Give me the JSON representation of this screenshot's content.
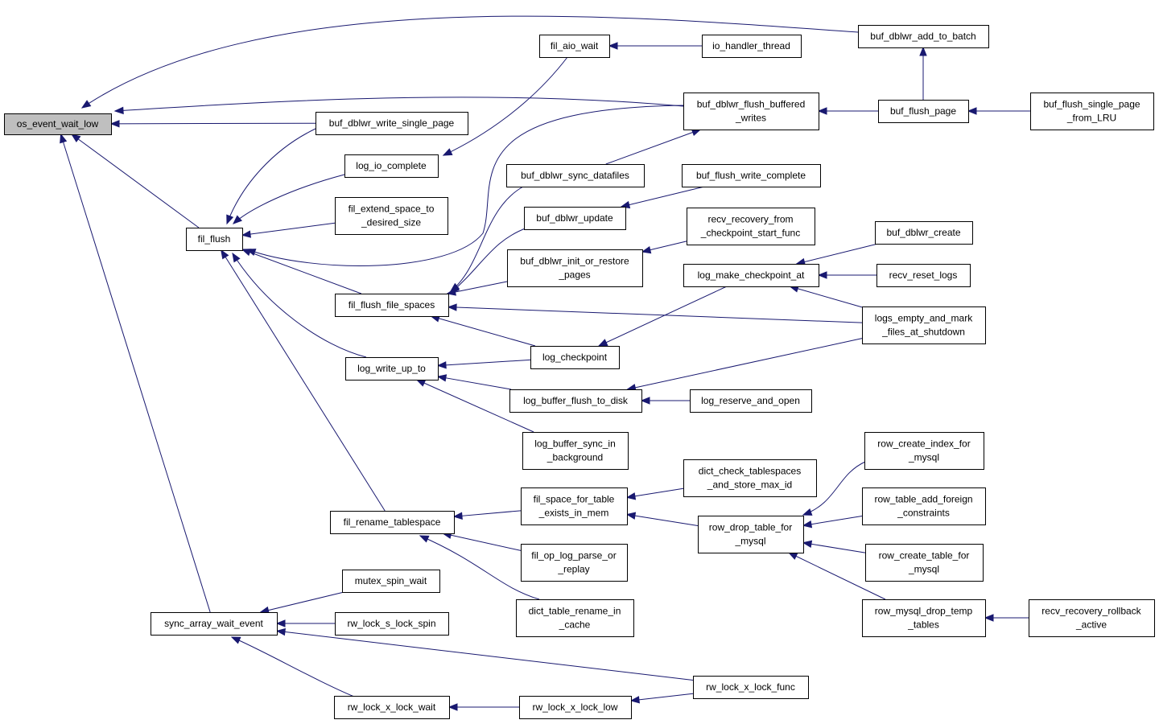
{
  "diagram": {
    "type": "call-graph",
    "root": "os_event_wait_low",
    "colors": {
      "edge": "#191970",
      "root_fill": "#bfbfbf",
      "node_fill": "#ffffff",
      "border": "#000000"
    },
    "nodes": [
      {
        "id": "os_event_wait_low",
        "lines": [
          "os_event_wait_low"
        ],
        "root": true
      },
      {
        "id": "buf_dblwr_add_to_batch",
        "lines": [
          "buf_dblwr_add_to_batch"
        ]
      },
      {
        "id": "fil_aio_wait",
        "lines": [
          "fil_aio_wait"
        ]
      },
      {
        "id": "io_handler_thread",
        "lines": [
          "io_handler_thread"
        ]
      },
      {
        "id": "buf_dblwr_flush_buffered_writes",
        "lines": [
          "buf_dblwr_flush_buffered",
          "_writes"
        ]
      },
      {
        "id": "buf_flush_page",
        "lines": [
          "buf_flush_page"
        ]
      },
      {
        "id": "buf_flush_single_page_from_LRU",
        "lines": [
          "buf_flush_single_page",
          "_from_LRU"
        ]
      },
      {
        "id": "buf_dblwr_write_single_page",
        "lines": [
          "buf_dblwr_write_single_page"
        ]
      },
      {
        "id": "log_io_complete",
        "lines": [
          "log_io_complete"
        ]
      },
      {
        "id": "buf_dblwr_sync_datafiles",
        "lines": [
          "buf_dblwr_sync_datafiles"
        ]
      },
      {
        "id": "buf_flush_write_complete",
        "lines": [
          "buf_flush_write_complete"
        ]
      },
      {
        "id": "fil_extend_space_to_desired_size",
        "lines": [
          "fil_extend_space_to",
          "_desired_size"
        ]
      },
      {
        "id": "buf_dblwr_update",
        "lines": [
          "buf_dblwr_update"
        ]
      },
      {
        "id": "recv_recovery_from_checkpoint_start_func",
        "lines": [
          "recv_recovery_from",
          "_checkpoint_start_func"
        ]
      },
      {
        "id": "fil_flush",
        "lines": [
          "fil_flush"
        ]
      },
      {
        "id": "buf_dblwr_create",
        "lines": [
          "buf_dblwr_create"
        ]
      },
      {
        "id": "buf_dblwr_init_or_restore_pages",
        "lines": [
          "buf_dblwr_init_or_restore",
          "_pages"
        ]
      },
      {
        "id": "log_make_checkpoint_at",
        "lines": [
          "log_make_checkpoint_at"
        ]
      },
      {
        "id": "recv_reset_logs",
        "lines": [
          "recv_reset_logs"
        ]
      },
      {
        "id": "fil_flush_file_spaces",
        "lines": [
          "fil_flush_file_spaces"
        ]
      },
      {
        "id": "logs_empty_and_mark_files_at_shutdown",
        "lines": [
          "logs_empty_and_mark",
          "_files_at_shutdown"
        ]
      },
      {
        "id": "log_checkpoint",
        "lines": [
          "log_checkpoint"
        ]
      },
      {
        "id": "log_write_up_to",
        "lines": [
          "log_write_up_to"
        ]
      },
      {
        "id": "log_buffer_flush_to_disk",
        "lines": [
          "log_buffer_flush_to_disk"
        ]
      },
      {
        "id": "log_reserve_and_open",
        "lines": [
          "log_reserve_and_open"
        ]
      },
      {
        "id": "row_create_index_for_mysql",
        "lines": [
          "row_create_index_for",
          "_mysql"
        ]
      },
      {
        "id": "log_buffer_sync_in_background",
        "lines": [
          "log_buffer_sync_in",
          "_background"
        ]
      },
      {
        "id": "dict_check_tablespaces_and_store_max_id",
        "lines": [
          "dict_check_tablespaces",
          "_and_store_max_id"
        ]
      },
      {
        "id": "fil_space_for_table_exists_in_mem",
        "lines": [
          "fil_space_for_table",
          "_exists_in_mem"
        ]
      },
      {
        "id": "row_table_add_foreign_constraints",
        "lines": [
          "row_table_add_foreign",
          "_constraints"
        ]
      },
      {
        "id": "fil_rename_tablespace",
        "lines": [
          "fil_rename_tablespace"
        ]
      },
      {
        "id": "row_drop_table_for_mysql",
        "lines": [
          "row_drop_table_for",
          "_mysql"
        ]
      },
      {
        "id": "row_create_table_for_mysql",
        "lines": [
          "row_create_table_for",
          "_mysql"
        ]
      },
      {
        "id": "fil_op_log_parse_or_replay",
        "lines": [
          "fil_op_log_parse_or",
          "_replay"
        ]
      },
      {
        "id": "mutex_spin_wait",
        "lines": [
          "mutex_spin_wait"
        ]
      },
      {
        "id": "dict_table_rename_in_cache",
        "lines": [
          "dict_table_rename_in",
          "_cache"
        ]
      },
      {
        "id": "row_mysql_drop_temp_tables",
        "lines": [
          "row_mysql_drop_temp",
          "_tables"
        ]
      },
      {
        "id": "recv_recovery_rollback_active",
        "lines": [
          "recv_recovery_rollback",
          "_active"
        ]
      },
      {
        "id": "sync_array_wait_event",
        "lines": [
          "sync_array_wait_event"
        ]
      },
      {
        "id": "rw_lock_s_lock_spin",
        "lines": [
          "rw_lock_s_lock_spin"
        ]
      },
      {
        "id": "rw_lock_x_lock_func",
        "lines": [
          "rw_lock_x_lock_func"
        ]
      },
      {
        "id": "rw_lock_x_lock_wait",
        "lines": [
          "rw_lock_x_lock_wait"
        ]
      },
      {
        "id": "rw_lock_x_lock_low",
        "lines": [
          "rw_lock_x_lock_low"
        ]
      }
    ],
    "edges": [
      {
        "from": "buf_dblwr_add_to_batch",
        "to": "os_event_wait_low"
      },
      {
        "from": "buf_dblwr_flush_buffered_writes",
        "to": "os_event_wait_low"
      },
      {
        "from": "buf_dblwr_write_single_page",
        "to": "os_event_wait_low"
      },
      {
        "from": "fil_flush",
        "to": "os_event_wait_low"
      },
      {
        "from": "sync_array_wait_event",
        "to": "os_event_wait_low"
      },
      {
        "from": "io_handler_thread",
        "to": "fil_aio_wait"
      },
      {
        "from": "buf_flush_page",
        "to": "buf_dblwr_add_to_batch"
      },
      {
        "from": "buf_flush_page",
        "to": "buf_dblwr_flush_buffered_writes"
      },
      {
        "from": "buf_flush_single_page_from_LRU",
        "to": "buf_flush_page"
      },
      {
        "from": "fil_aio_wait",
        "to": "log_io_complete"
      },
      {
        "from": "buf_dblwr_sync_datafiles",
        "to": "buf_dblwr_flush_buffered_writes"
      },
      {
        "from": "buf_flush_write_complete",
        "to": "buf_dblwr_update"
      },
      {
        "from": "buf_dblwr_write_single_page",
        "to": "fil_flush"
      },
      {
        "from": "log_io_complete",
        "to": "fil_flush"
      },
      {
        "from": "fil_extend_space_to_desired_size",
        "to": "fil_flush"
      },
      {
        "from": "buf_dblwr_flush_buffered_writes",
        "to": "fil_flush"
      },
      {
        "from": "fil_flush_file_spaces",
        "to": "fil_flush"
      },
      {
        "from": "log_write_up_to",
        "to": "fil_flush"
      },
      {
        "from": "fil_rename_tablespace",
        "to": "fil_flush"
      },
      {
        "from": "buf_dblwr_sync_datafiles",
        "to": "fil_flush_file_spaces"
      },
      {
        "from": "buf_dblwr_update",
        "to": "fil_flush_file_spaces"
      },
      {
        "from": "buf_dblwr_init_or_restore_pages",
        "to": "fil_flush_file_spaces"
      },
      {
        "from": "recv_recovery_from_checkpoint_start_func",
        "to": "buf_dblwr_init_or_restore_pages"
      },
      {
        "from": "log_checkpoint",
        "to": "fil_flush_file_spaces"
      },
      {
        "from": "logs_empty_and_mark_files_at_shutdown",
        "to": "fil_flush_file_spaces"
      },
      {
        "from": "buf_dblwr_create",
        "to": "log_make_checkpoint_at"
      },
      {
        "from": "recv_reset_logs",
        "to": "log_make_checkpoint_at"
      },
      {
        "from": "logs_empty_and_mark_files_at_shutdown",
        "to": "log_make_checkpoint_at"
      },
      {
        "from": "log_make_checkpoint_at",
        "to": "log_checkpoint"
      },
      {
        "from": "log_checkpoint",
        "to": "log_write_up_to"
      },
      {
        "from": "log_buffer_flush_to_disk",
        "to": "log_write_up_to"
      },
      {
        "from": "log_buffer_sync_in_background",
        "to": "log_write_up_to"
      },
      {
        "from": "logs_empty_and_mark_files_at_shutdown",
        "to": "log_buffer_flush_to_disk"
      },
      {
        "from": "log_reserve_and_open",
        "to": "log_buffer_flush_to_disk"
      },
      {
        "from": "fil_space_for_table_exists_in_mem",
        "to": "fil_rename_tablespace"
      },
      {
        "from": "fil_op_log_parse_or_replay",
        "to": "fil_rename_tablespace"
      },
      {
        "from": "dict_table_rename_in_cache",
        "to": "fil_rename_tablespace"
      },
      {
        "from": "dict_check_tablespaces_and_store_max_id",
        "to": "fil_space_for_table_exists_in_mem"
      },
      {
        "from": "row_drop_table_for_mysql",
        "to": "fil_space_for_table_exists_in_mem"
      },
      {
        "from": "row_create_index_for_mysql",
        "to": "row_drop_table_for_mysql"
      },
      {
        "from": "row_table_add_foreign_constraints",
        "to": "row_drop_table_for_mysql"
      },
      {
        "from": "row_create_table_for_mysql",
        "to": "row_drop_table_for_mysql"
      },
      {
        "from": "row_mysql_drop_temp_tables",
        "to": "row_drop_table_for_mysql"
      },
      {
        "from": "recv_recovery_rollback_active",
        "to": "row_mysql_drop_temp_tables"
      },
      {
        "from": "mutex_spin_wait",
        "to": "sync_array_wait_event"
      },
      {
        "from": "rw_lock_s_lock_spin",
        "to": "sync_array_wait_event"
      },
      {
        "from": "rw_lock_x_lock_func",
        "to": "sync_array_wait_event"
      },
      {
        "from": "rw_lock_x_lock_wait",
        "to": "sync_array_wait_event"
      },
      {
        "from": "rw_lock_x_lock_low",
        "to": "rw_lock_x_lock_wait"
      },
      {
        "from": "rw_lock_x_lock_func",
        "to": "rw_lock_x_lock_low"
      }
    ]
  }
}
